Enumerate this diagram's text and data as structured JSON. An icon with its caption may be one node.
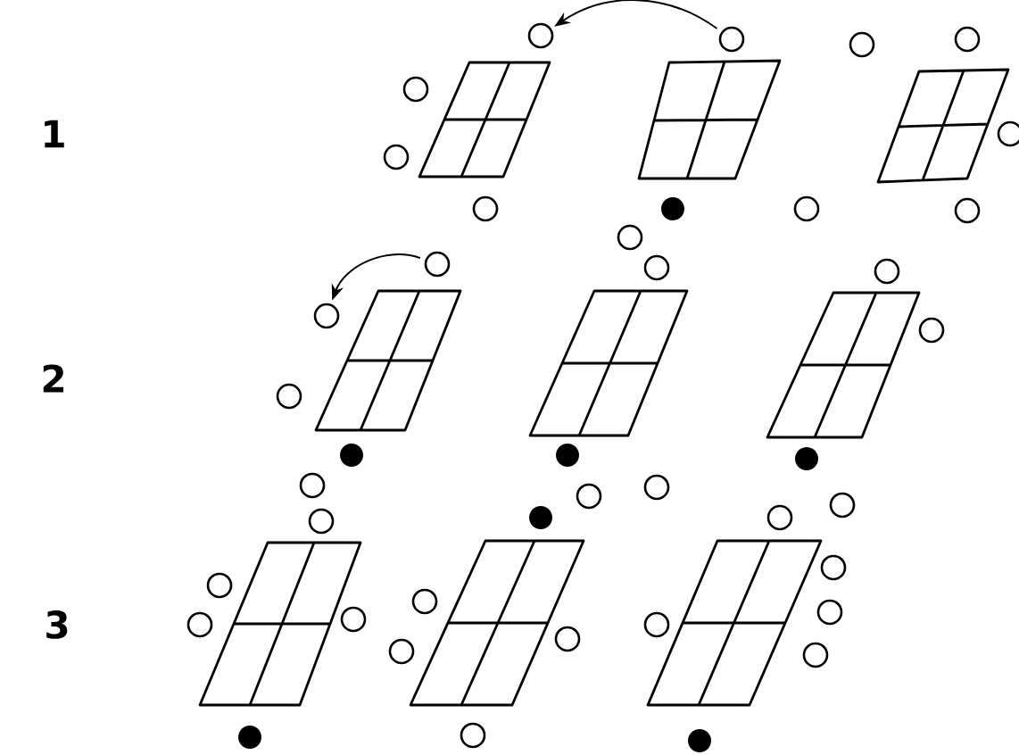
{
  "diagram": {
    "nodes": [
      {
        "text": [],
        "shape": "circle"
      },
      {
        "text": [],
        "shape": "circle"
      },
      {
        "text": [],
        "shape": "circle"
      },
      {
        "text": [],
        "shape": "circle"
      },
      {
        "text": [],
        "shape": "circle"
      },
      {
        "text": [],
        "shape": "circle"
      },
      {
        "text": [],
        "shape": "circle"
      },
      {
        "text": [],
        "shape": "circle"
      },
      {
        "text": [],
        "shape": "circle"
      },
      {
        "text": [],
        "shape": "circle"
      },
      {
        "text": [],
        "shape": "circle"
      },
      {
        "text": [],
        "shape": "circle"
      },
      {
        "text": [],
        "shape": "circle"
      },
      {
        "text": [],
        "shape": "circle"
      },
      {
        "text": [],
        "shape": "circle"
      },
      {
        "text": [],
        "shape": "circle"
      },
      {
        "text": [],
        "shape": "circle"
      },
      {
        "text": [],
        "shape": "circle"
      },
      {
        "text": [],
        "shape": "circle"
      },
      {
        "text": [],
        "shape": "circle"
      },
      {
        "text": [],
        "shape": "circle"
      },
      {
        "text": [],
        "shape": "circle"
      },
      {
        "text": [],
        "shape": "circle"
      },
      {
        "text": [],
        "shape": "circle"
      },
      {
        "text": [],
        "shape": "circle"
      },
      {
        "text": [],
        "shape": "circle"
      },
      {
        "text": [],
        "shape": "circle"
      },
      {
        "text": [],
        "shape": "circle"
      },
      {
        "text": [],
        "shape": "circle"
      },
      {
        "text": [],
        "shape": "circle"
      },
      {
        "text": [],
        "shape": "circle"
      },
      {
        "text": [],
        "shape": "circle"
      },
      {
        "text": [],
        "shape": "circle"
      },
      {
        "text": [],
        "shape": "circle"
      },
      {
        "text": [],
        "shape": "circle"
      },
      {
        "text": [],
        "shape": "circle"
      },
      {
        "text": [],
        "shape": "circle"
      },
      {
        "text": [],
        "shape": "circle"
      },
      {
        "text": [],
        "shape": "circle"
      },
      {
        "text": [],
        "shape": "circle"
      },
      {
        "text": [],
        "shape": "circle"
      }
    ],
    "edges": [
      {
        "from": 1,
        "to": 0,
        "arrow": "to"
      },
      {
        "from": 12,
        "to": 15,
        "arrow": "to"
      }
    ],
    "labels": [
      "1",
      "2",
      "3"
    ]
  }
}
